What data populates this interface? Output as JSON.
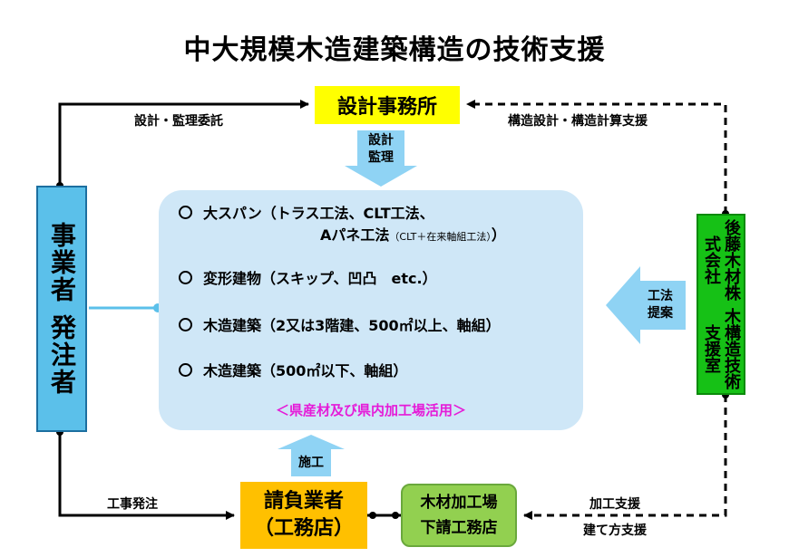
{
  "title": "中大規模木造建築構造の技術支援",
  "design_office": "設計事務所",
  "owner": "事業者 発注者",
  "goto": {
    "line1": "後藤木材株式会社",
    "line2": "木構造技術支援室"
  },
  "contractor": {
    "line1": "請負業者",
    "line2": "（工務店）"
  },
  "sawmill": {
    "line1": "木材加工場",
    "line2": "下請工務店"
  },
  "center": {
    "items": [
      {
        "text_a": "大スパン（トラス工法、CLT工法、",
        "text_b": "Aパネ工法",
        "text_b_small": "（CLT＋在来軸組工法）",
        "text_b_end": "）"
      },
      {
        "text": "変形建物（スキップ、凹凸　etc.）"
      },
      {
        "text": "木造建築（2又は3階建、500㎡以上、軸組）"
      },
      {
        "text": "木造建築（500㎡以下、軸組）"
      }
    ],
    "note": "＜県産材及び県内加工場活用＞"
  },
  "labels": {
    "commission": "設計・監理委託",
    "struct_support": "構造設計・構造計算支援",
    "construction_order": "工事発注",
    "processing_support1": "加工支援",
    "processing_support2": "建て方支援"
  },
  "block_arrows": {
    "design_supervision": [
      "設計",
      "監理"
    ],
    "method_proposal": [
      "工法",
      "提案"
    ],
    "construction": "施工"
  },
  "colors": {
    "design_office": "#ffff00",
    "owner": "#5bc0ea",
    "goto": "#16c116",
    "contractor": "#ffc000",
    "sawmill": "#92d050",
    "center": "#cfe7f7",
    "arrow_blue": "#8fd3f4",
    "note": "#e51bd8"
  }
}
